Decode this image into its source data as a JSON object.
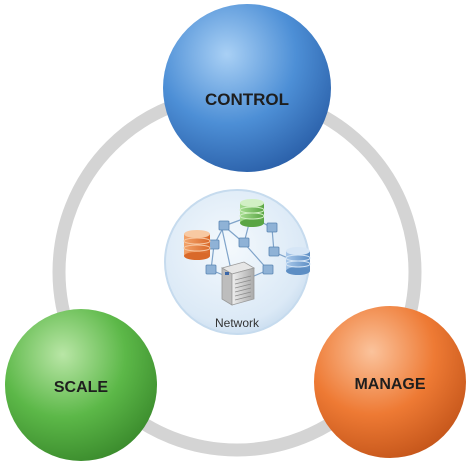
{
  "nodes": {
    "top": {
      "label": "CONTROL",
      "color": "#4d8fd6"
    },
    "left": {
      "label": "SCALE",
      "color": "#5cb848"
    },
    "right": {
      "label": "MANAGE",
      "color": "#ee7a34"
    }
  },
  "center": {
    "label": "Network"
  },
  "colors": {
    "ring": "#d4d4d4",
    "center_fill": "#dbe9f6",
    "link": "#7fa3c9",
    "server": "#c8c8c8"
  }
}
